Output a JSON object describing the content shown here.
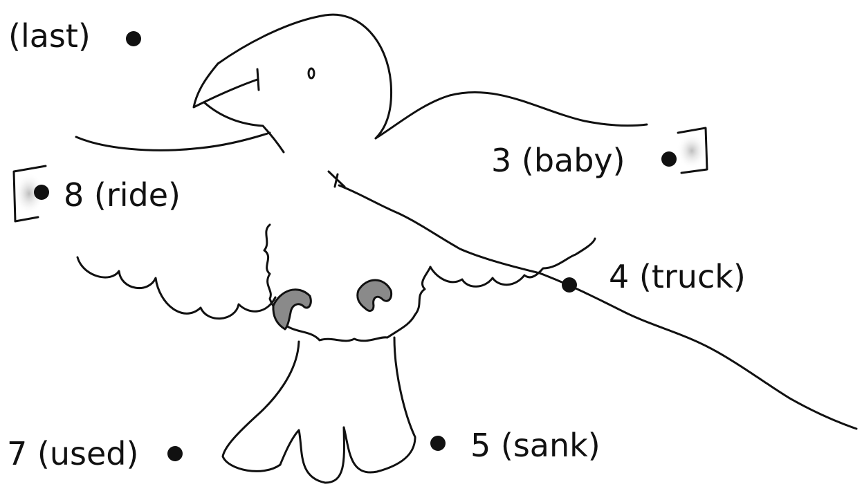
{
  "points": [
    {
      "id": "last",
      "label": "(last)"
    },
    {
      "id": "baby",
      "label": "3 (baby)"
    },
    {
      "id": "ride",
      "label": "8 (ride)"
    },
    {
      "id": "truck",
      "label": "4 (truck)"
    },
    {
      "id": "used",
      "label": "7 (used)"
    },
    {
      "id": "sank",
      "label": "5 (sank)"
    }
  ],
  "colors": {
    "ink": "#111111",
    "claw": "#8a8a8a",
    "tab": "#c8c8c8",
    "background": "#ffffff"
  }
}
